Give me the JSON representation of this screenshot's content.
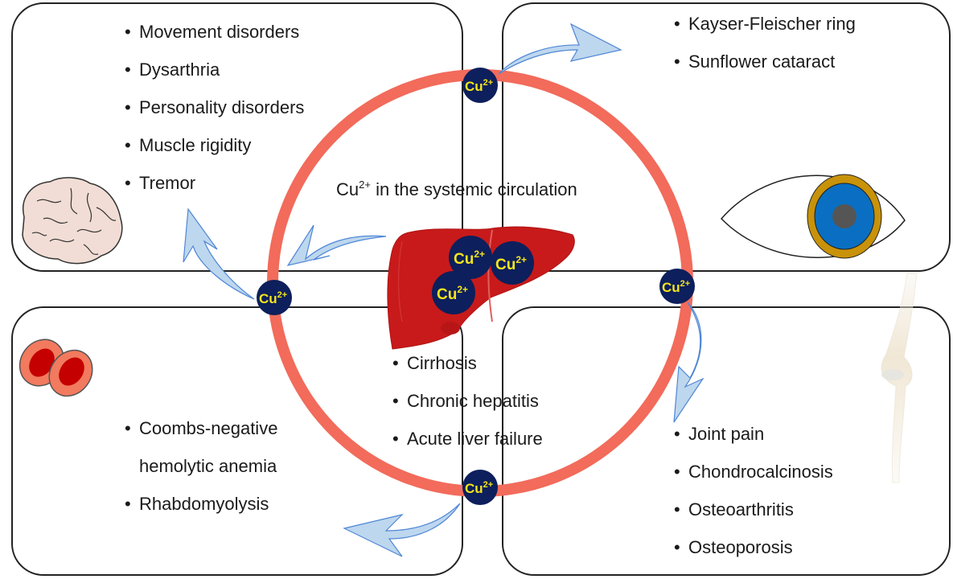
{
  "diagram": {
    "center_title": {
      "prefix": "Cu",
      "superscript": "2+",
      "suffix": " in the systemic circulation"
    },
    "ion_label": {
      "base": "Cu",
      "superscript": "2+"
    },
    "colors": {
      "ring": "#f26b5b",
      "ion_fill": "#0d1f5c",
      "ion_text": "#f5e51b",
      "arrow_fill": "#bdd7ee",
      "arrow_stroke": "#4f86d6",
      "liver": "#c81a1a",
      "iris": "#0a6fc2",
      "kf_ring": "#c8920a",
      "pupil": "#555555",
      "rbc_outer": "#f27a5e",
      "rbc_inner": "#c40000"
    },
    "panels": {
      "neurological": {
        "icon": "brain-icon",
        "items": [
          "Movement disorders",
          "Dysarthria",
          "Personality disorders",
          "Muscle rigidity",
          "Tremor"
        ]
      },
      "ocular": {
        "icon": "eye-icon",
        "items": [
          "Kayser-Fleischer ring",
          "Sunflower cataract"
        ]
      },
      "hematologic": {
        "icon": "red-blood-cells-icon",
        "items": [
          "Coombs-negative",
          "hemolytic anemia",
          "Rhabdomyolysis"
        ]
      },
      "musculoskeletal": {
        "icon": "bone-icon",
        "items": [
          "Joint pain",
          "Chondrocalcinosis",
          "Osteoarthritis",
          "Osteoporosis"
        ]
      },
      "hepatic": {
        "icon": "liver-icon",
        "items": [
          "Cirrhosis",
          "Chronic hepatitis",
          "Acute liver failure"
        ]
      }
    }
  }
}
